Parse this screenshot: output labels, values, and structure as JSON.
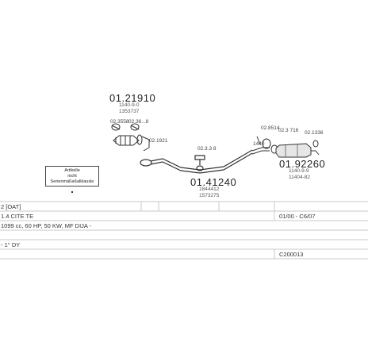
{
  "parts": {
    "front_pipe": {
      "number": "01.21910",
      "refs": [
        "1140-9-0",
        "1353737"
      ]
    },
    "clamp_left": {
      "number": "02.3558"
    },
    "clamp_right": {
      "number": "02.36...8"
    },
    "flange": {
      "number": "02.1921"
    },
    "mid_clamp": {
      "number": "02.3.3 8"
    },
    "middle_pipe": {
      "number": "01.41240",
      "refs": [
        "1844412",
        "1573275"
      ]
    },
    "clamp_rear_a": {
      "number": "02.8514"
    },
    "clamp_rear_b": {
      "number": "02.3 716"
    },
    "rear_bracket": {
      "number": "02.1336"
    },
    "rear_box": {
      "number": "01.92260",
      "refs": [
        "1140-9-9",
        "11404-82"
      ]
    },
    "hook": {
      "number": "1440"
    }
  },
  "notice": {
    "line1": "Artikelle",
    "line2": "nicht",
    "line3": "Serienmäßaßalklausle"
  },
  "rows": [
    {
      "left": "2 [OAT]"
    },
    {
      "left": "1.4 CITE TE",
      "right": "01/00 - C6/07"
    },
    {
      "left": "1099 cc, 60 HP, 50 KW, MF DIJA -"
    },
    {
      "left": "- 1° DY"
    },
    {
      "right": "C200013"
    }
  ],
  "colors": {
    "line": "#333333",
    "grid": "#c8c8c8"
  }
}
